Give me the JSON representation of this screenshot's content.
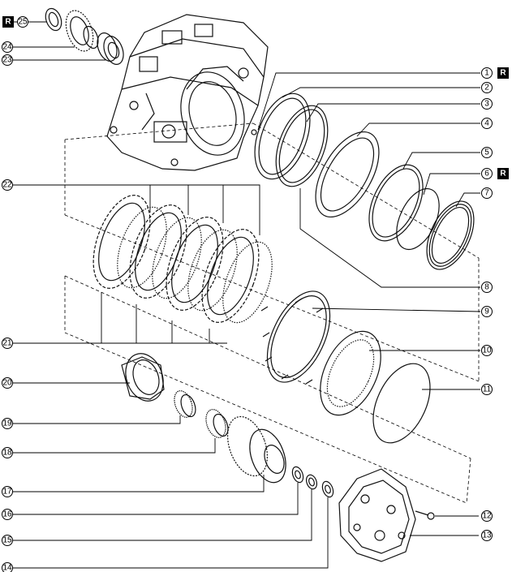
{
  "diagram": {
    "callouts": [
      {
        "num": "1",
        "badge": "R"
      },
      {
        "num": "2"
      },
      {
        "num": "3"
      },
      {
        "num": "4"
      },
      {
        "num": "5"
      },
      {
        "num": "6",
        "badge": "R"
      },
      {
        "num": "7"
      },
      {
        "num": "8"
      },
      {
        "num": "9"
      },
      {
        "num": "10"
      },
      {
        "num": "11"
      },
      {
        "num": "12"
      },
      {
        "num": "13"
      },
      {
        "num": "14"
      },
      {
        "num": "15"
      },
      {
        "num": "16"
      },
      {
        "num": "17"
      },
      {
        "num": "18"
      },
      {
        "num": "19"
      },
      {
        "num": "20"
      },
      {
        "num": "21"
      },
      {
        "num": "22"
      },
      {
        "num": "23"
      },
      {
        "num": "24"
      },
      {
        "num": "25",
        "badge": "R"
      }
    ]
  }
}
